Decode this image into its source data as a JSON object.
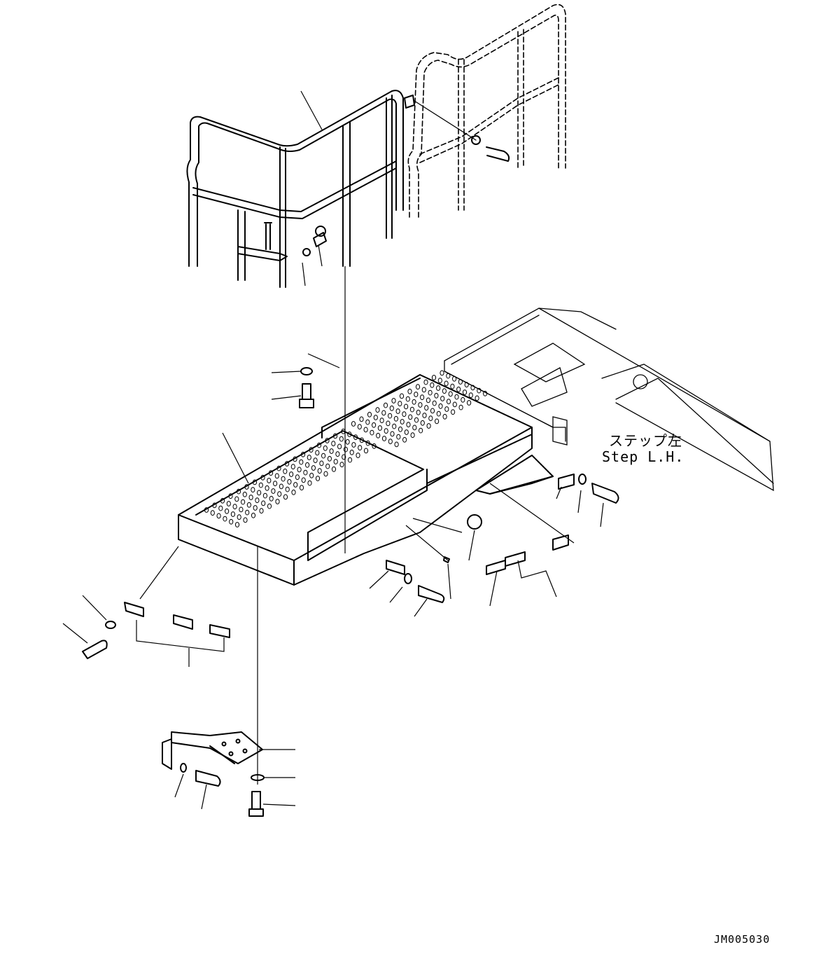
{
  "diagram": {
    "callout_text": {
      "line1": "ステップ左",
      "line2": "Step L.H."
    },
    "drawing_code": "JM005030",
    "colors": {
      "ink": "#000000",
      "paper": "#ffffff"
    }
  }
}
